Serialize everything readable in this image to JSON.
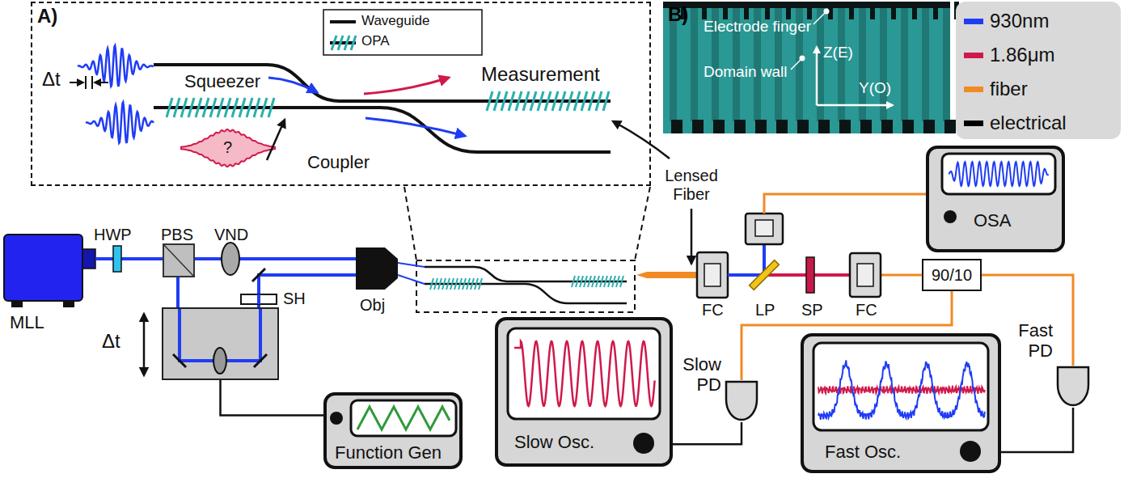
{
  "diagram": {
    "nodes": [
      {
        "text": [
          "A)"
        ]
      },
      {
        "text": [
          "B)",
          "Electrode finger",
          "Domain wall",
          "Z(E)",
          "Y(O)"
        ]
      },
      {
        "text": [
          "Function Gen"
        ]
      },
      {
        "text": [
          "OSA"
        ]
      },
      {
        "text": [
          "90/10"
        ]
      },
      {
        "text": [
          "Slow Osc."
        ]
      },
      {
        "text": [
          "Fast Osc."
        ]
      },
      {
        "text": [
          "Slow PD"
        ]
      },
      {
        "text": [
          "Fast PD"
        ]
      },
      {
        "text": [
          "FC"
        ]
      },
      {
        "text": [
          "Δt"
        ]
      }
    ],
    "edges": [
      {
        "from": 9,
        "to": 4,
        "arrow": "none"
      },
      {
        "from": 4,
        "to": 7,
        "arrow": "none"
      },
      {
        "from": 4,
        "to": 8,
        "arrow": "none"
      },
      {
        "from": 7,
        "to": 5,
        "arrow": "none"
      },
      {
        "from": 8,
        "to": 6,
        "arrow": "none"
      },
      {
        "from": 10,
        "to": 2,
        "arrow": "none"
      }
    ],
    "labels": [
      "Δt",
      "Squeezer",
      "?",
      "Coupler",
      "Measurement",
      "MLL",
      "HWP",
      "PBS",
      "VND",
      "SH",
      "Obj",
      "Lensed Fiber",
      "FC",
      "LP",
      "SP"
    ],
    "legend": [
      {
        "text": "Waveguide"
      },
      {
        "text": "OPA"
      },
      {
        "text": "930nm",
        "color": "#1f3cf5"
      },
      {
        "text": "1.86μm",
        "color": "#d0194b"
      },
      {
        "text": "fiber",
        "color": "#f08a24"
      },
      {
        "text": "electrical",
        "color": "#000000"
      }
    ]
  }
}
